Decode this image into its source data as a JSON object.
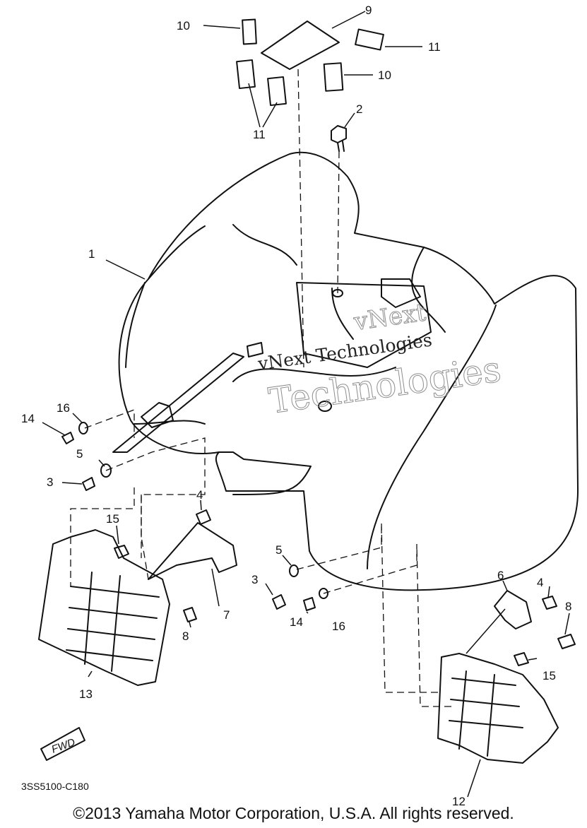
{
  "callouts": {
    "c1": "1",
    "c2": "2",
    "c3a": "3",
    "c3b": "3",
    "c4a": "4",
    "c4b": "4",
    "c5a": "5",
    "c5b": "5",
    "c6": "6",
    "c7": "7",
    "c8a": "8",
    "c8b": "8",
    "c9": "9",
    "c10a": "10",
    "c10b": "10",
    "c11a": "11",
    "c11b": "11",
    "c12": "12",
    "c13": "13",
    "c14a": "14",
    "c14b": "14",
    "c15a": "15",
    "c15b": "15",
    "c16a": "16",
    "c16b": "16"
  },
  "fwd_label": "FWD",
  "diagram_code": "3SS5100-C180",
  "watermark": {
    "line1": "vNext",
    "line2": "vNext Technologies",
    "line3": "Technologies"
  },
  "copyright": "©2013 Yamaha Motor Corporation, U.S.A. All rights reserved."
}
